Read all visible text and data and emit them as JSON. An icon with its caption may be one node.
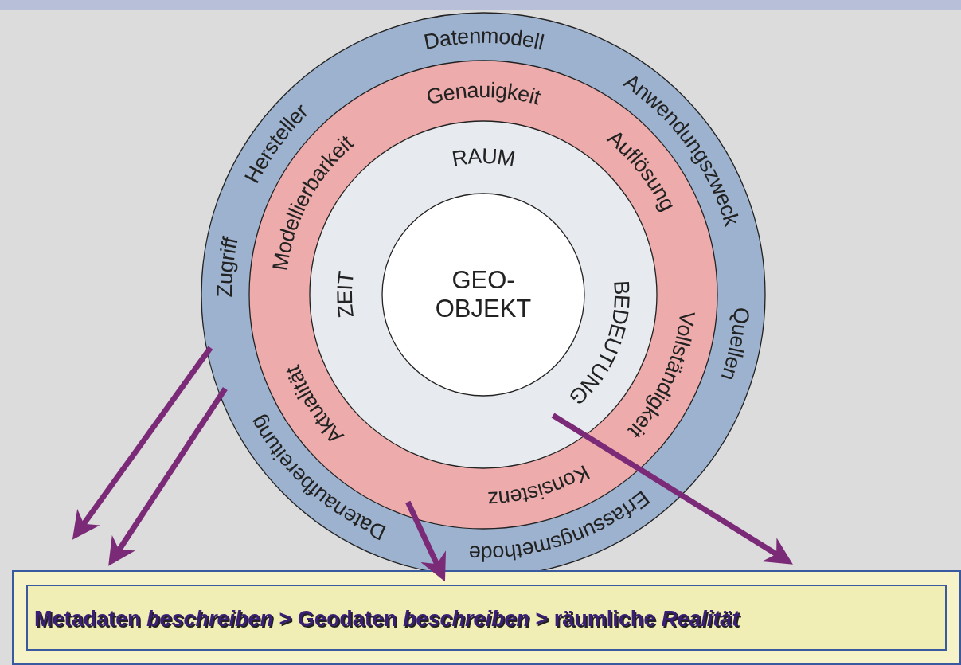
{
  "diagram": {
    "nodes": [
      {
        "text": [
          "Datenmodell",
          "Anwendungszweck",
          "Quellen",
          "Erfassungsmethode",
          "Datenaufbereitung",
          "Zugriff",
          "Hersteller"
        ]
      },
      {
        "text": [
          "Genauigkeit",
          "Auflösung",
          "Vollständigkeit",
          "Konsistenz",
          "Modellierbarkeit",
          "Aktualität"
        ],
        "in": 0
      },
      {
        "text": [
          "RAUM",
          "ZEIT",
          "BEDEUTUNG"
        ],
        "in": 1
      },
      {
        "text": [
          "GEO- OBJEKT"
        ],
        "in": 2
      },
      {
        "text": [
          "Metadaten *beschreiben* > Geodaten *beschreiben* > räumliche *Realität*"
        ]
      }
    ],
    "edges": [
      {
        "from": 0,
        "to": 4,
        "arrow": "to"
      },
      {
        "from": 0,
        "to": 4,
        "arrow": "to"
      },
      {
        "from": 1,
        "to": 4,
        "arrow": "to"
      },
      {
        "from": 2,
        "to": 4,
        "arrow": "to"
      }
    ]
  }
}
